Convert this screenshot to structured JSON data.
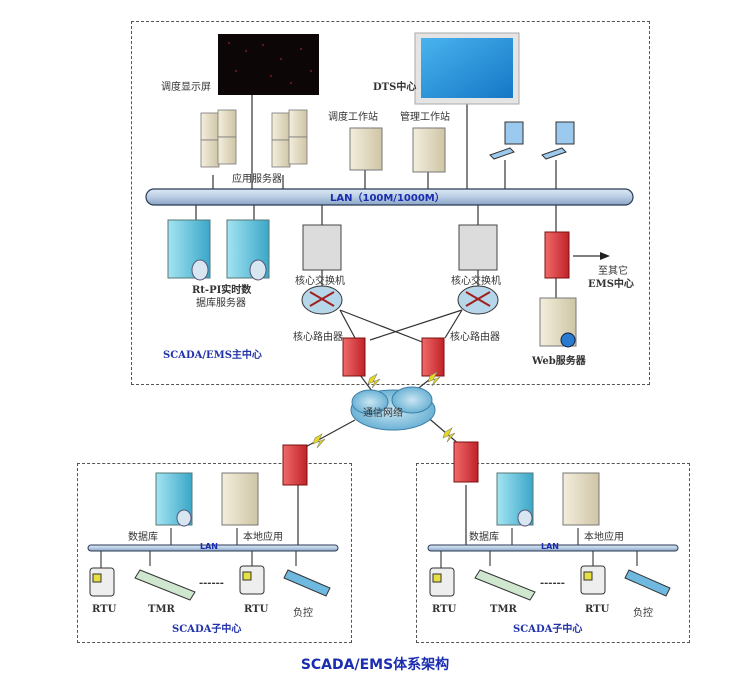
{
  "title": "SCADA/EMS体系架构",
  "main_center": {
    "region_label": "SCADA/EMS主中心",
    "display_wall_label": "调度显示屏",
    "dts_label": "DTS中心",
    "dispatch_ws_label": "调度工作站",
    "mgmt_ws_label": "管理工作站",
    "app_server_label": "应用服务器",
    "lan_label": "LAN（100M/1000M）",
    "rtdb_label_line1": "Rt-PI实时数",
    "rtdb_label_line2": "据库服务器",
    "core_switch_label": "核心交换机",
    "core_router_label": "核心路由器",
    "other_ems_line1": "至其它",
    "other_ems_line2": "EMS中心",
    "web_server_label": "Web服务器"
  },
  "network": {
    "cloud_label": "通信网络"
  },
  "sub_centers": [
    {
      "region_label": "SCADA子中心",
      "db_label": "数据库",
      "local_app_label": "本地应用",
      "lan_label": "LAN",
      "devices": [
        "RTU",
        "TMR",
        "RTU",
        "负控"
      ],
      "ellipsis": "------"
    },
    {
      "region_label": "SCADA子中心",
      "db_label": "数据库",
      "local_app_label": "本地应用",
      "lan_label": "LAN",
      "devices": [
        "RTU",
        "TMR",
        "RTU",
        "负控"
      ],
      "ellipsis": "------"
    }
  ],
  "colors": {
    "lan_bar": "#b9cde3",
    "lan_text": "#1a2db0",
    "firewall": "#d9353b",
    "server_beige": "#e8e0c8",
    "server_cyan": "#5ec6e0",
    "cloud": "#6fb6d8",
    "dts_screen": "#1e8ed8"
  }
}
